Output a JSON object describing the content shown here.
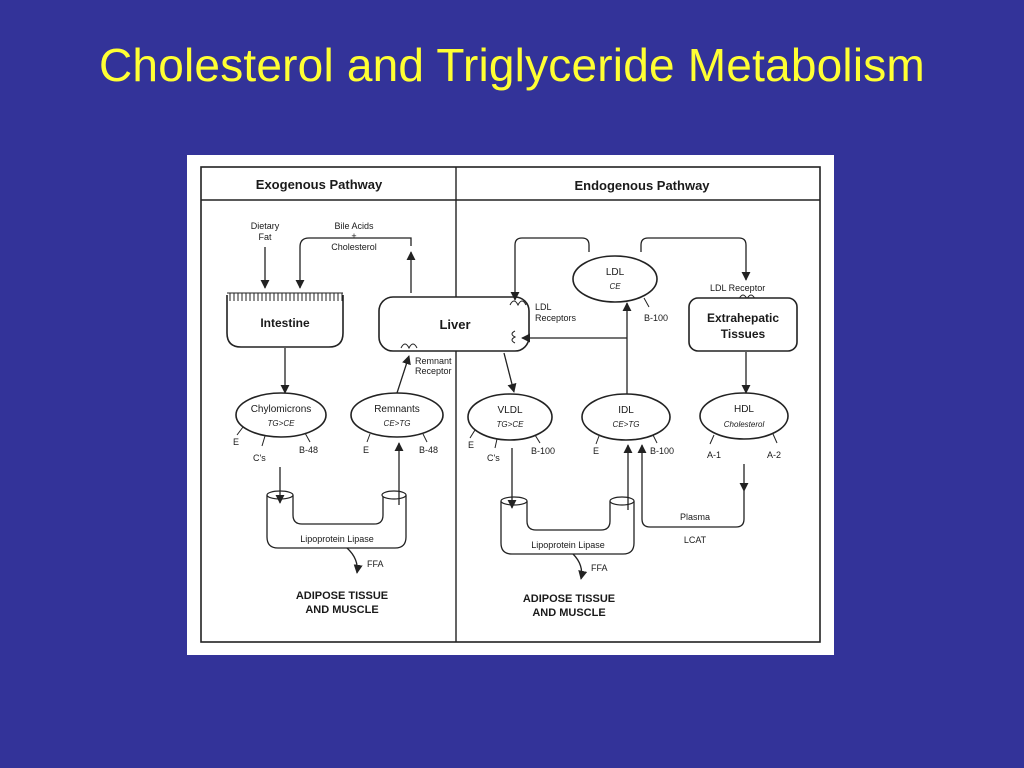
{
  "slide": {
    "title": "Cholesterol and Triglyceride Metabolism"
  },
  "exogenous": {
    "header": "Exogenous Pathway",
    "dietary_fat": [
      "Dietary",
      "Fat"
    ],
    "bile": [
      "Bile Acids",
      "+",
      "Cholesterol"
    ],
    "intestine": "Intestine",
    "chylomicrons": {
      "name": "Chylomicrons",
      "ratio": "TG>CE",
      "apo_e": "E",
      "apo_c": "C's",
      "apo_b": "B-48"
    },
    "remnants": {
      "name": "Remnants",
      "ratio": "CE>TG",
      "apo_e": "E",
      "apo_b": "B-48"
    },
    "lipase": "Lipoprotein Lipase",
    "ffa": "FFA",
    "adipose": [
      "ADIPOSE TISSUE",
      "AND MUSCLE"
    ]
  },
  "liver": {
    "name": "Liver",
    "ldl_receptors": [
      "LDL",
      "Receptors"
    ],
    "remnant_receptor": [
      "Remnant",
      "Receptor"
    ]
  },
  "endogenous": {
    "header": "Endogenous Pathway",
    "ldl": {
      "name": "LDL",
      "ratio": "CE",
      "apo_b": "B-100"
    },
    "ldl_receptor": "LDL Receptor",
    "extrahepatic": [
      "Extrahepatic",
      "Tissues"
    ],
    "vldl": {
      "name": "VLDL",
      "ratio": "TG>CE",
      "apo_e": "E",
      "apo_c": "C's",
      "apo_b": "B-100"
    },
    "idl": {
      "name": "IDL",
      "ratio": "CE>TG",
      "apo_e": "E",
      "apo_b": "B-100"
    },
    "hdl": {
      "name": "HDL",
      "ratio": "Cholesterol",
      "apo_a1": "A-1",
      "apo_a2": "A-2"
    },
    "plasma": "Plasma",
    "lcat": "LCAT",
    "lipase": "Lipoprotein Lipase",
    "ffa": "FFA",
    "adipose": [
      "ADIPOSE TISSUE",
      "AND MUSCLE"
    ]
  }
}
